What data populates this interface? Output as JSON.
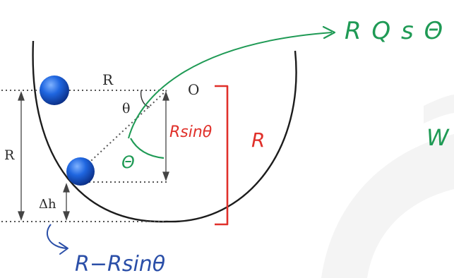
{
  "labels": {
    "radius_top": "R",
    "theta_printed": "θ",
    "center": "O",
    "radius_left": "R",
    "delta_h": "Δh"
  },
  "annotations": {
    "r_cos_theta": "R Q s Θ",
    "r_sin_theta": "Rsinθ",
    "theta_handwritten": "Θ",
    "r_bracket": "R",
    "r_minus_r_sin_theta": "R−Rsinθ",
    "partial_word": "W"
  },
  "colors": {
    "sphere": "#1a5fd6",
    "green_annotation": "#1f9a55",
    "red_annotation": "#e0302a",
    "blue_annotation": "#2b4fa8",
    "diagram_ink": "#1c1c1c"
  }
}
